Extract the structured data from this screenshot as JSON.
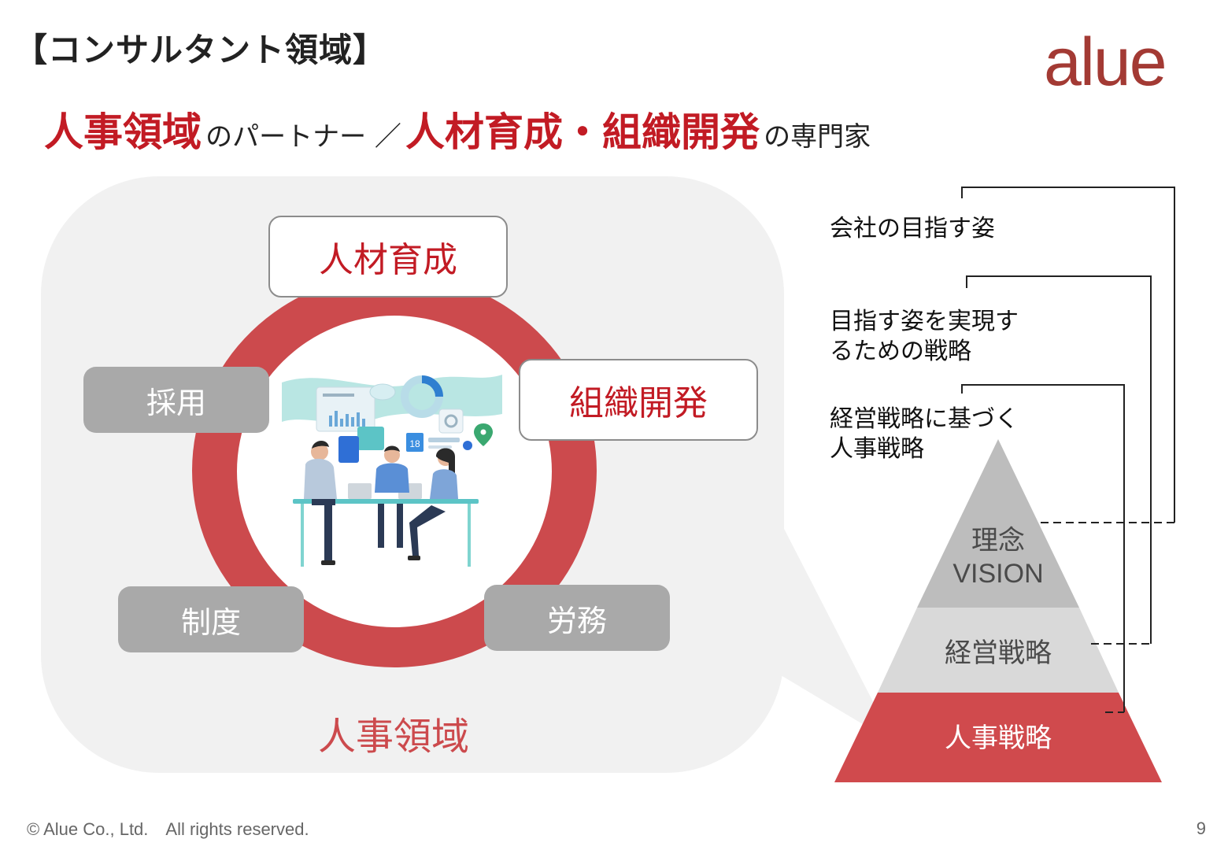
{
  "header": {
    "title": "【コンサルタント領域】",
    "logo": "alue"
  },
  "subtitle": {
    "part1": "人事領域",
    "part2": "のパートナー ／",
    "part3": "人材育成・組織開発",
    "part4": "の専門家"
  },
  "circle": {
    "top_label": "人材育成",
    "right_label": "組織開発",
    "left_label": "採用",
    "bottom_left_label": "制度",
    "bottom_right_label": "労務",
    "footer_label": "人事領域",
    "illustration_badge": "18"
  },
  "pyramid": {
    "top_line1": "理念",
    "top_line2": "VISION",
    "middle": "経営戦略",
    "bottom": "人事戦略"
  },
  "descriptions": {
    "vision": "会社の目指す姿",
    "strategy_line1": "目指す姿を実現す",
    "strategy_line2": "るための戦略",
    "hr_line1": "経営戦略に基づく",
    "hr_line2": "人事戦略"
  },
  "footer": {
    "copyright": "© Alue Co., Ltd.　All rights reserved.",
    "page": "9"
  },
  "colors": {
    "accent_red": "#c21b24",
    "ring_red": "#cc4a4d",
    "logo_red": "#a33a34",
    "gray_box": "#a9a9a9",
    "panel_bg": "#f1f1f1"
  }
}
